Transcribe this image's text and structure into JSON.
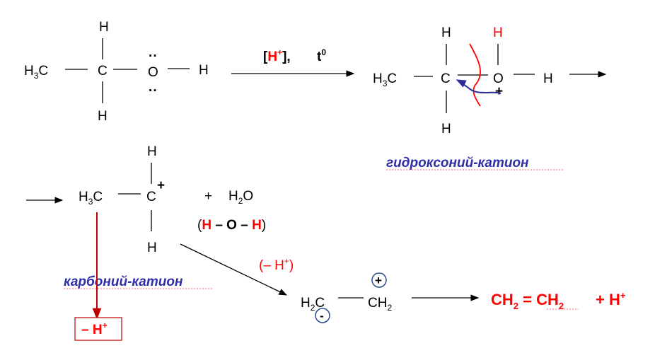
{
  "colors": {
    "red": "#ff0000",
    "blue": "#2e2ea8",
    "arrow_blue": "#2a2a9a",
    "black": "#000000"
  },
  "labels": {
    "H": "H",
    "C": "C",
    "O": "O",
    "CH": "CH",
    "sub2": "2",
    "sub3": "3",
    "sup0": "0",
    "sup_plus": "+",
    "lone_pair": "··",
    "plus": "+",
    "minus": "-",
    "water_formula": "(H – O – H)",
    "water_open": "(",
    "water_mid": " – O – ",
    "water_close": ")",
    "plus_sign": "+",
    "H2O_H": "H",
    "H2O_O": "O"
  },
  "reaction": {
    "catalyst_open": "[",
    "catalyst_H": "H",
    "catalyst_close": "],",
    "temp": "t",
    "minus_Hplus_open": "(– H",
    "minus_Hplus_close": ")",
    "box_text": "– H",
    "product_CH": "CH",
    "product_eq": " = ",
    "product_plus": "+  H"
  },
  "captions": {
    "hydroxonium": "гидроксоний-катион",
    "carbonium": "карбоний-катион"
  }
}
